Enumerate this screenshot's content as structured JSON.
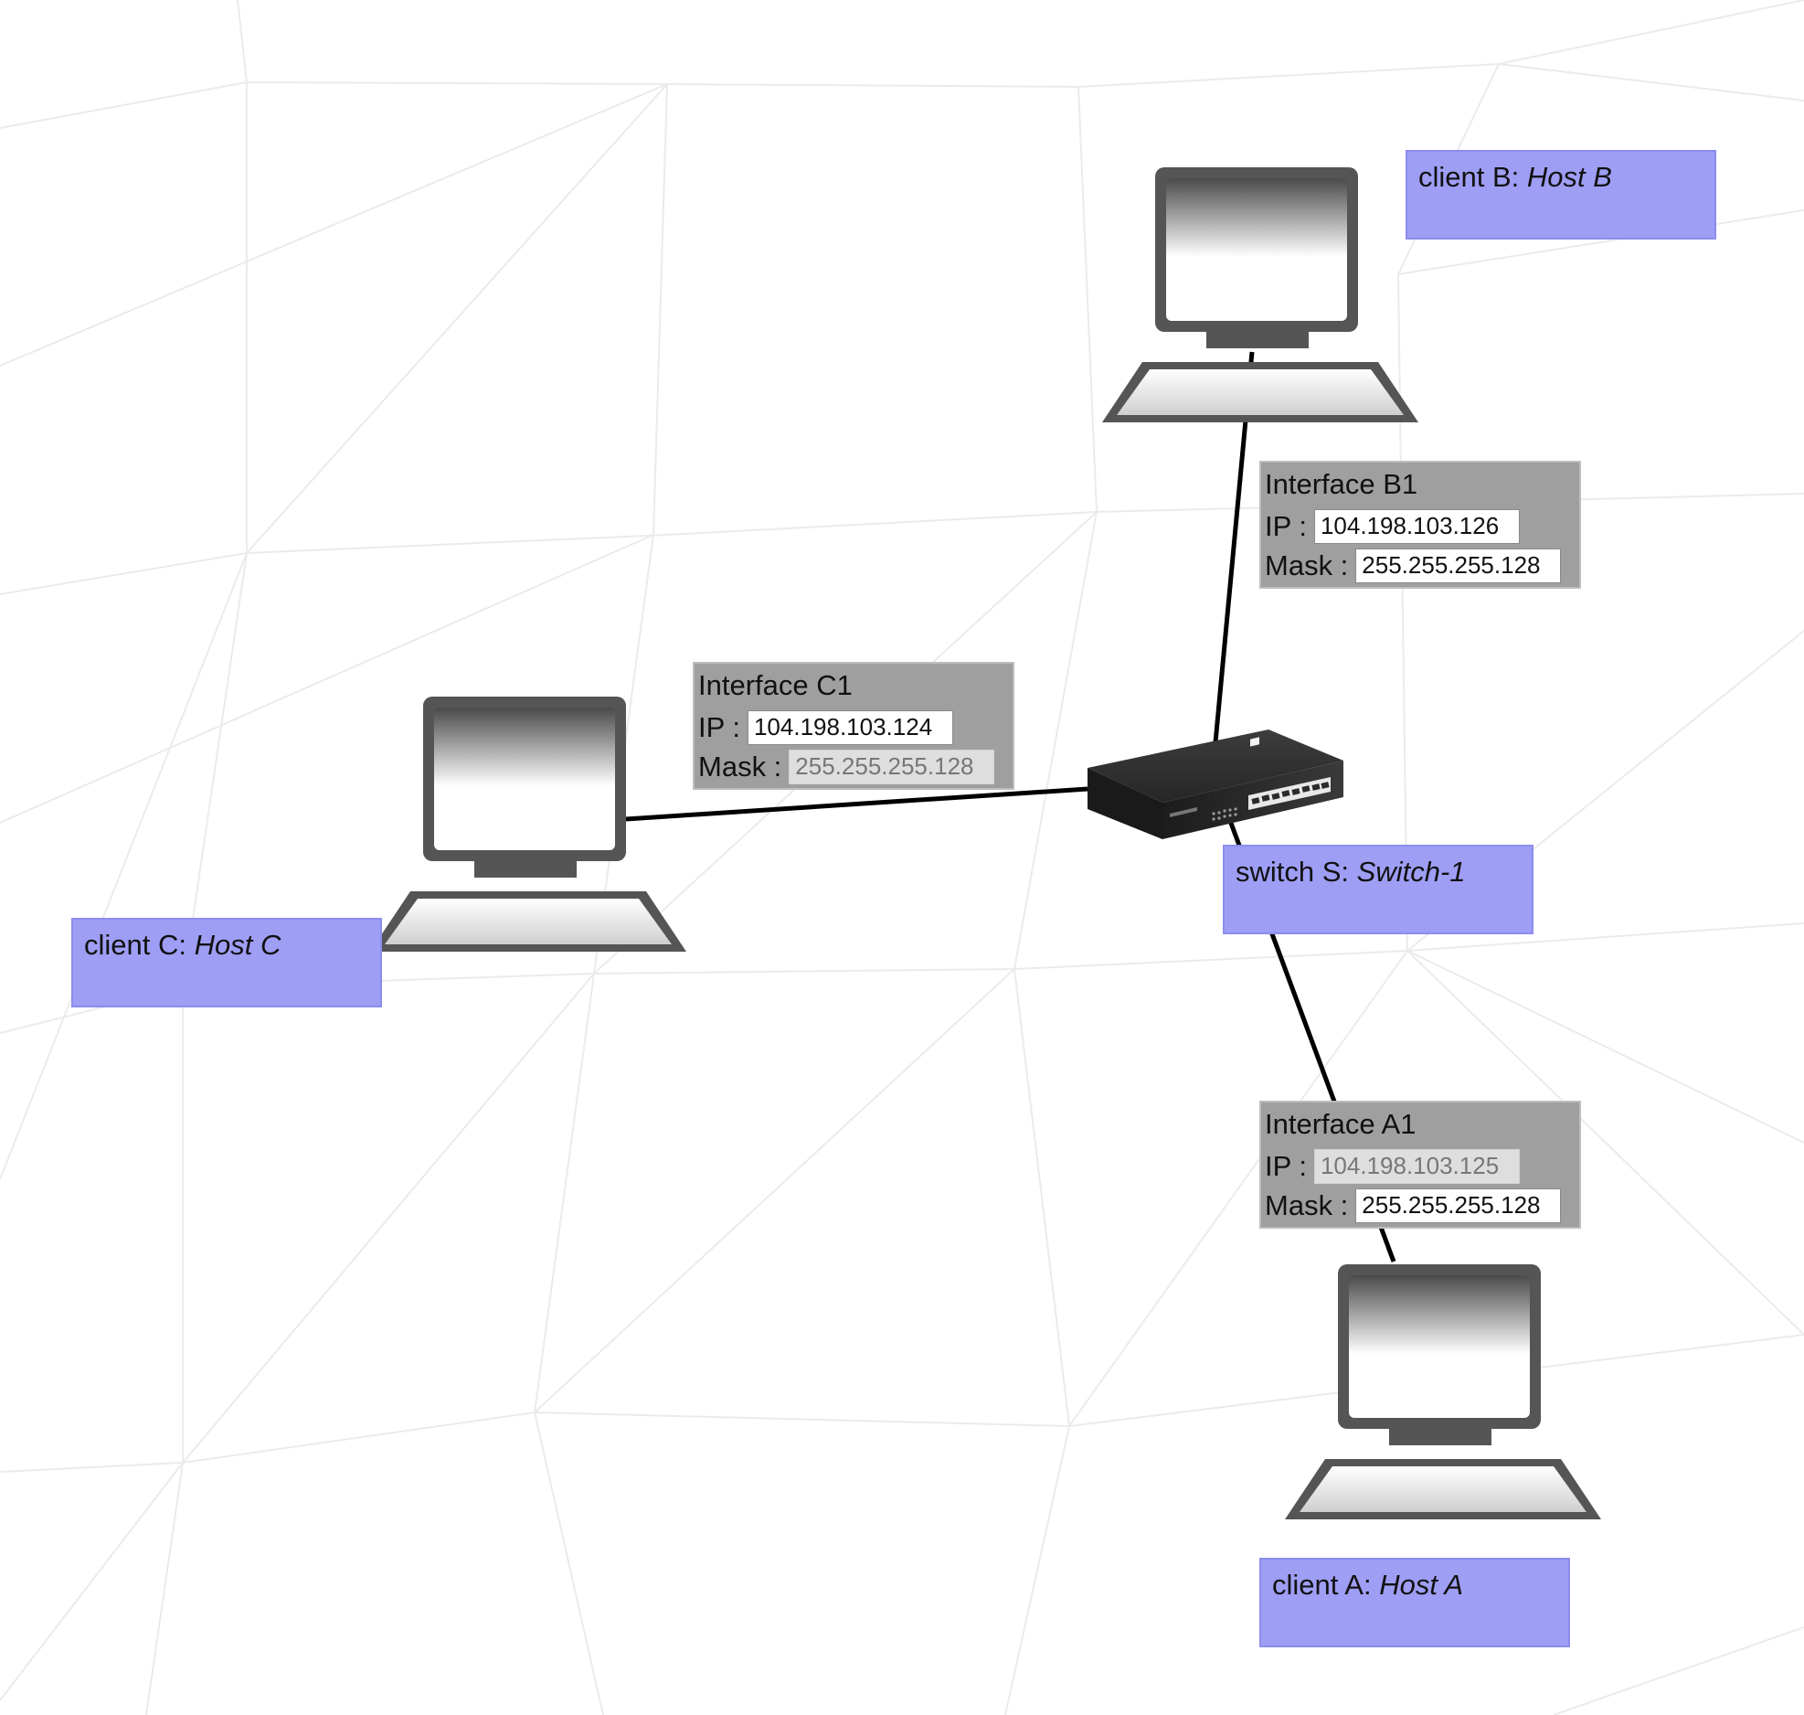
{
  "canvas": {
    "background": "#ffffff",
    "grid_color": "#ebebeb"
  },
  "hosts": {
    "a": {
      "prefix": "client A: ",
      "name": "Host A"
    },
    "b": {
      "prefix": "client B: ",
      "name": "Host B"
    },
    "c": {
      "prefix": "client C: ",
      "name": "Host C"
    },
    "s": {
      "prefix": "switch S: ",
      "name": "Switch-1"
    }
  },
  "interfaces": {
    "b1": {
      "title": "Interface B1",
      "ip_label": "IP :",
      "ip": "104.198.103.126",
      "mask_label": "Mask :",
      "mask": "255.255.255.128",
      "ip_editable": true,
      "mask_editable": true
    },
    "c1": {
      "title": "Interface C1",
      "ip_label": "IP :",
      "ip": "104.198.103.124",
      "mask_label": "Mask :",
      "mask": "255.255.255.128",
      "ip_editable": true,
      "mask_editable": false
    },
    "a1": {
      "title": "Interface A1",
      "ip_label": "IP :",
      "ip": "104.198.103.125",
      "mask_label": "Mask :",
      "mask": "255.255.255.128",
      "ip_editable": false,
      "mask_editable": true
    }
  },
  "links": [
    {
      "from": "host-b",
      "to": "switch-s"
    },
    {
      "from": "host-c",
      "to": "switch-s"
    },
    {
      "from": "switch-s",
      "to": "host-a"
    }
  ],
  "colors": {
    "label_fill": "#9e9ef5",
    "panel_fill": "#9f9f9f",
    "link": "#000000",
    "device_frame": "#555555"
  },
  "icons": {
    "computer": "computer-icon",
    "switch": "network-switch-icon"
  }
}
